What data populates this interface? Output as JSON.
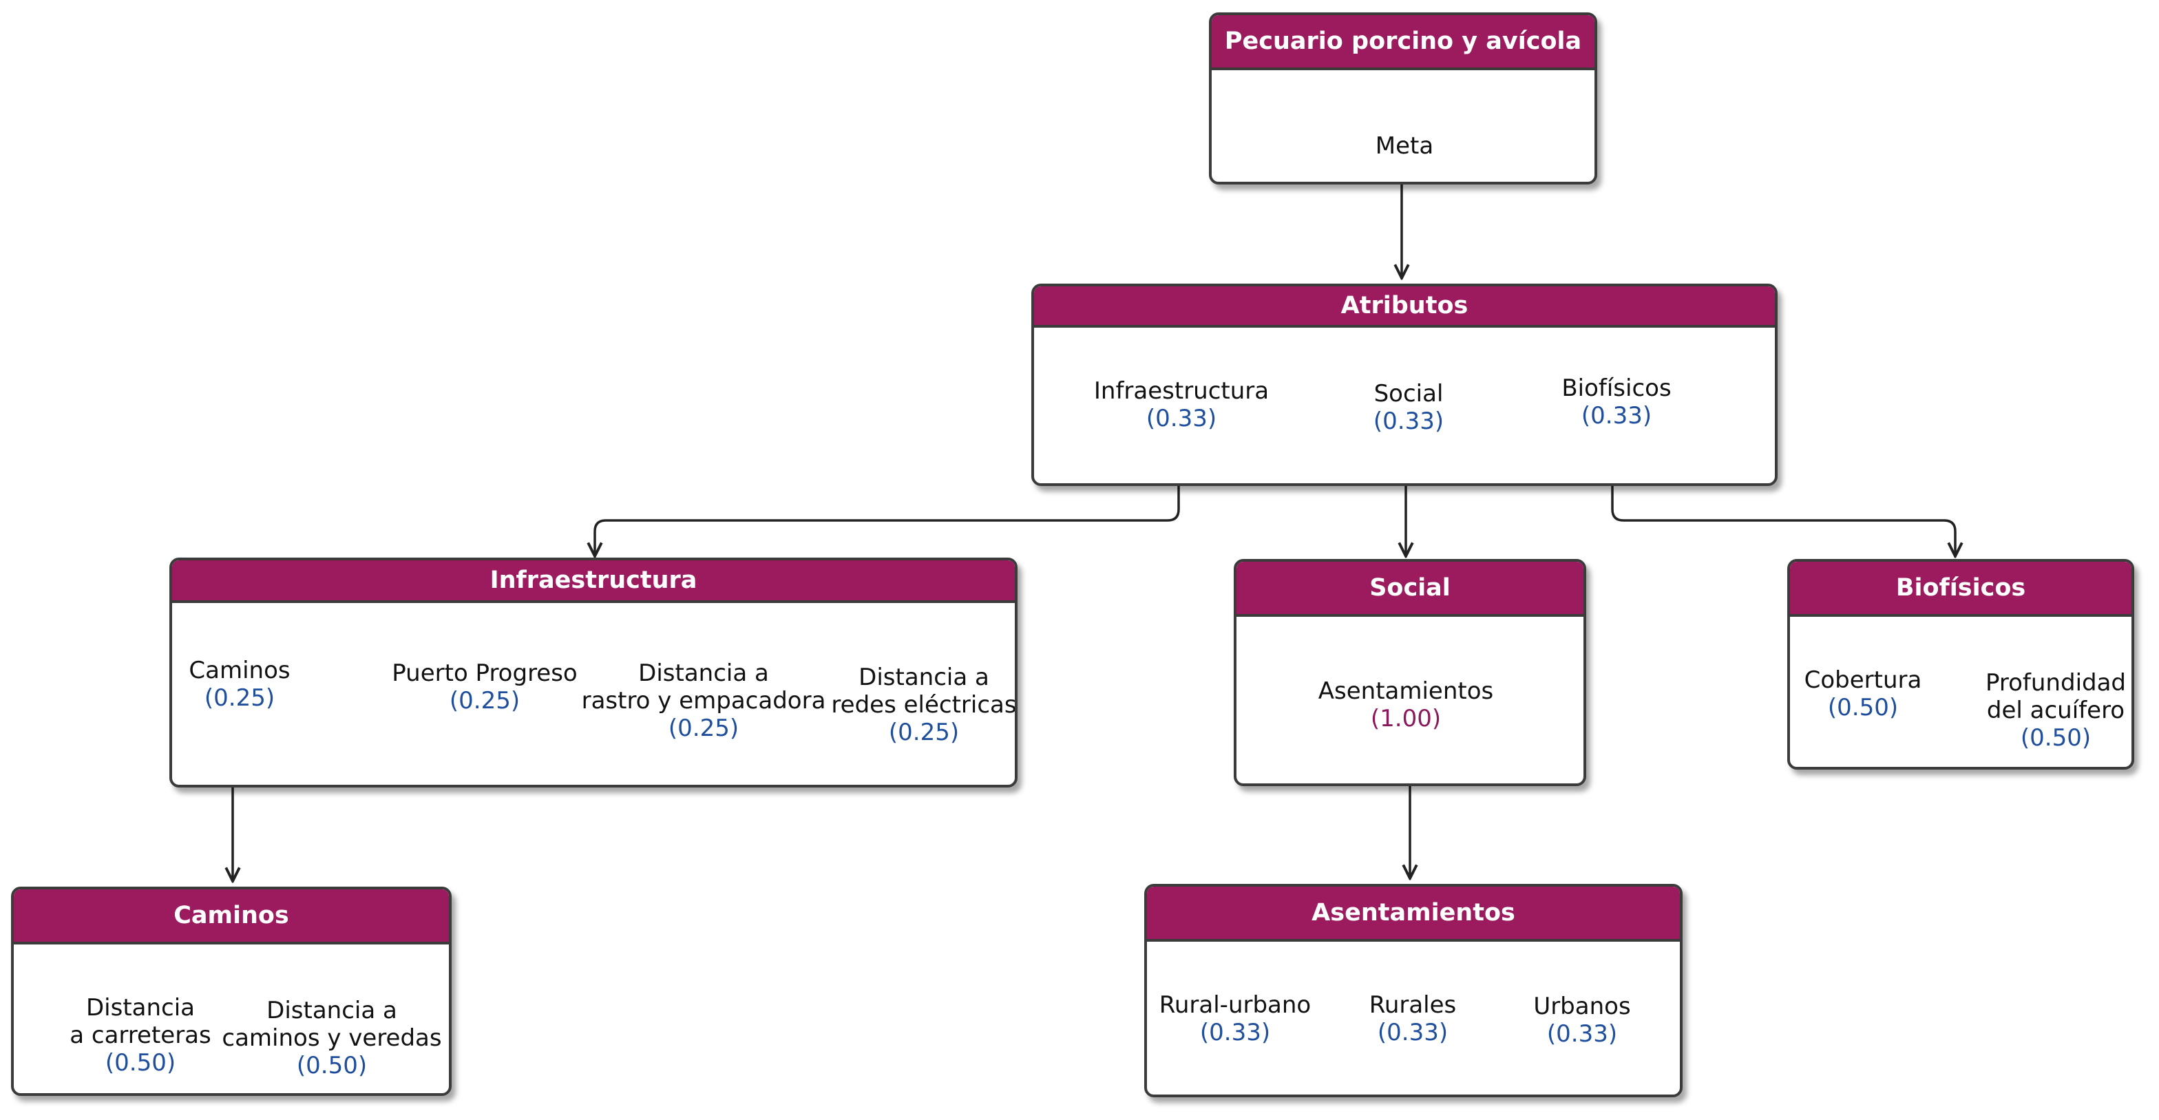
{
  "colors": {
    "header": "#9c1b5f",
    "weight": "#1f4f9c",
    "weight_highlight": "#8a1a5c",
    "border": "#3b3b3b"
  },
  "nodes": {
    "root": {
      "title": "Pecuario porcino y avícola",
      "label": "Meta"
    },
    "atributos": {
      "title": "Atributos",
      "items": [
        {
          "label": "Infraestructura",
          "weight": "(0.33)"
        },
        {
          "label": "Social",
          "weight": "(0.33)"
        },
        {
          "label": "Biofísicos",
          "weight": "(0.33)"
        }
      ]
    },
    "infraestructura": {
      "title": "Infraestructura",
      "items": [
        {
          "label": "Caminos",
          "weight": "(0.25)"
        },
        {
          "label": "Puerto Progreso",
          "weight": "(0.25)"
        },
        {
          "label": "Distancia a\nrastro y empacadora",
          "weight": "(0.25)"
        },
        {
          "label": "Distancia a\nredes eléctricas",
          "weight": "(0.25)"
        }
      ]
    },
    "social": {
      "title": "Social",
      "items": [
        {
          "label": "Asentamientos",
          "weight": "(1.00)"
        }
      ]
    },
    "biofisicos": {
      "title": "Biofísicos",
      "items": [
        {
          "label": "Cobertura",
          "weight": "(0.50)"
        },
        {
          "label": "Profundidad\ndel acuífero",
          "weight": "(0.50)"
        }
      ]
    },
    "caminos": {
      "title": "Caminos",
      "items": [
        {
          "label": "Distancia\na carreteras",
          "weight": "(0.50)"
        },
        {
          "label": "Distancia a\ncaminos y veredas",
          "weight": "(0.50)"
        }
      ]
    },
    "asentamientos": {
      "title": "Asentamientos",
      "items": [
        {
          "label": "Rural-urbano",
          "weight": "(0.33)"
        },
        {
          "label": "Rurales",
          "weight": "(0.33)"
        },
        {
          "label": "Urbanos",
          "weight": "(0.33)"
        }
      ]
    }
  }
}
